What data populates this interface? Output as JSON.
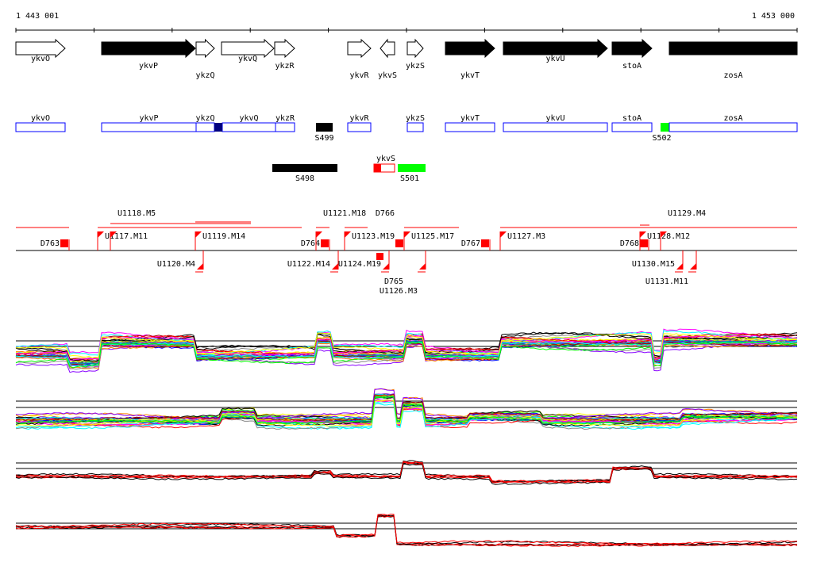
{
  "ruler": {
    "start_label": "1 443 001",
    "end_label": "1 453 000"
  },
  "genes": [
    "ykvO",
    "ykvP",
    "ykzQ",
    "ykvQ",
    "ykzR",
    "ykvR",
    "ykvS",
    "ykzS",
    "ykvT",
    "ykvU",
    "stoA",
    "zosA"
  ],
  "segments": [
    "ykvO",
    "ykvP",
    "ykzQ",
    "ykvQ",
    "ykzR",
    "S499",
    "ykvR",
    "ykzS",
    "ykvT",
    "ykvU",
    "stoA",
    "S502",
    "zosA"
  ],
  "row3": [
    "S498",
    "ykvS",
    "S501"
  ],
  "features_upper": [
    "D763",
    "U1117.M11",
    "U1118.M5",
    "U1119.M14",
    "D764",
    "U1121.M18",
    "U1123.M19",
    "D766",
    "U1125.M17",
    "D767",
    "U1127.M3",
    "D768",
    "U1128.M12",
    "U1129.M4"
  ],
  "features_lower": [
    "U1120.M4",
    "U1122.M14",
    "U1124.M19",
    "D765",
    "U1126.M3",
    "U1130.M15",
    "U1131.M11"
  ],
  "colors": {
    "positive": "#ff0000",
    "segment": "#0000ff",
    "green": "#00ff00"
  }
}
